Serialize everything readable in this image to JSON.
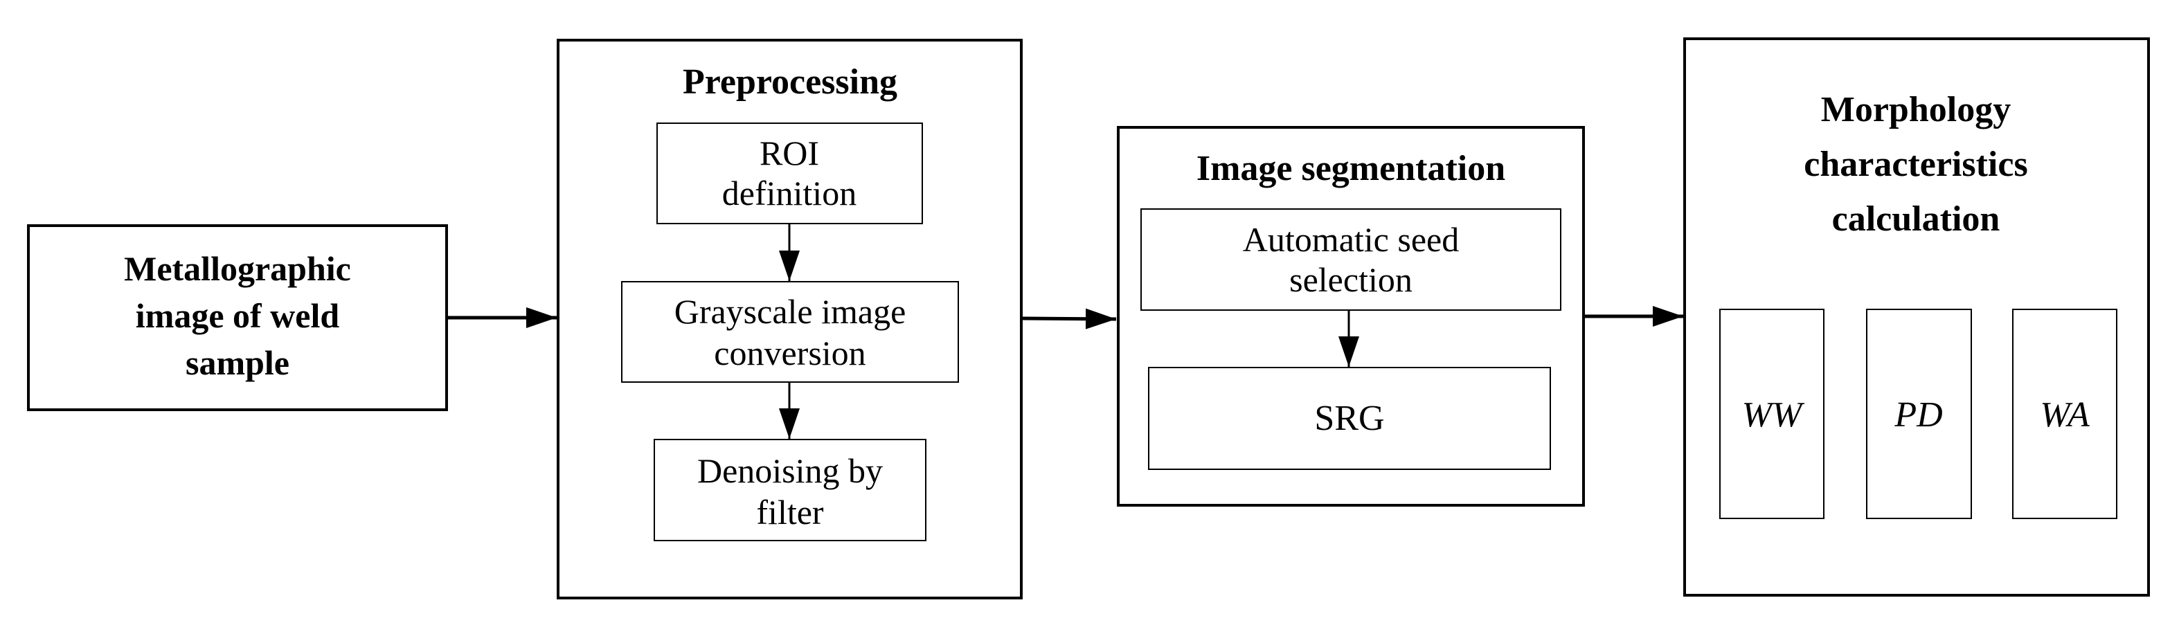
{
  "input_block": {
    "lines": [
      "Metallographic",
      "image of weld",
      "sample"
    ]
  },
  "preprocessing": {
    "title": "Preprocessing",
    "steps": [
      {
        "lines": [
          "ROI",
          "definition"
        ]
      },
      {
        "lines": [
          "Grayscale image",
          "conversion"
        ]
      },
      {
        "lines": [
          "Denoising by",
          "filter"
        ]
      }
    ]
  },
  "segmentation": {
    "title": "Image segmentation",
    "steps": [
      {
        "lines": [
          "Automatic seed",
          "selection"
        ]
      },
      {
        "lines": [
          "SRG"
        ]
      }
    ]
  },
  "morphology": {
    "title_lines": [
      "Morphology",
      "characteristics",
      "calculation"
    ],
    "metrics": [
      "WW",
      "PD",
      "WA"
    ]
  }
}
